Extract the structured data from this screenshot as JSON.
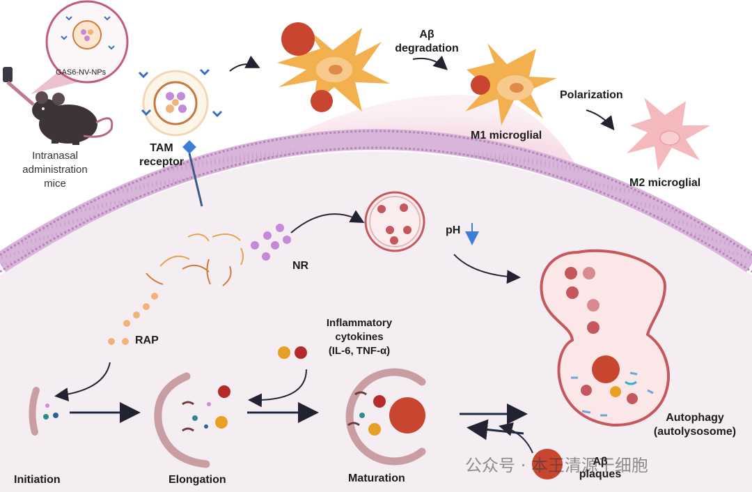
{
  "labels": {
    "nanoparticle": "GAS6-NV-NPs",
    "mouse_line1": "Intranasal",
    "mouse_line2": "administration",
    "mouse_line3": "mice",
    "tam_line1": "TAM",
    "tam_line2": "receptor",
    "abeta_line1": "Aβ",
    "abeta_line2": "degradation",
    "m1": "M1 microglial",
    "polarization": "Polarization",
    "m2": "M2 microglial",
    "nr": "NR",
    "ph": "pH",
    "rap": "RAP",
    "infl_line1": "Inflammatory",
    "infl_line2": "cytokines",
    "infl_line3": "(IL-6, TNF-α)",
    "initiation": "Initiation",
    "elongation": "Elongation",
    "maturation": "Maturation",
    "autophagy_line1": "Autophagy",
    "autophagy_line2": "(autolysosome)",
    "plaques_line1": "Aβ",
    "plaques_line2": "plaques"
  },
  "watermark": "公众号 · 本王清源干细胞",
  "colors": {
    "membrane": "#c9a3cc",
    "cell_fill": "#f4eef3",
    "m1_cell": "#f2b25a",
    "m2_cell": "#f3b9bd",
    "lysosome": "#c4585e",
    "amyloid": "#c8452f",
    "rap_dot": "#f2b27a",
    "nr_dot": "#c48ad8",
    "arrow": "#222233",
    "ph_arrow": "#3d7fd6"
  }
}
